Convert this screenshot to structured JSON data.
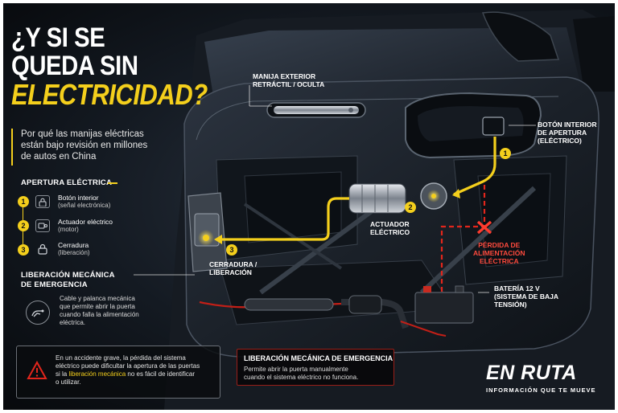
{
  "title": {
    "line1": "¿Y SI SE",
    "line2": "QUEDA SIN",
    "line3": "ELECTRICIDAD?"
  },
  "subtitle": {
    "line1": "Por qué las manijas eléctricas",
    "line2": "están bajo revisión en millones",
    "line3": "de autos en China"
  },
  "electric_opening": {
    "heading": "APERTURA ELÉCTRICA",
    "items": [
      {
        "number": "1",
        "title": "Botón interior",
        "sub": "(señal electrónica)",
        "icon": "lock-button-icon"
      },
      {
        "number": "2",
        "title": "Actuador eléctrico",
        "sub": "(motor)",
        "icon": "motor-icon"
      },
      {
        "number": "3",
        "title": "Cerradura",
        "sub": "(liberación)",
        "icon": "padlock-icon"
      }
    ]
  },
  "mechanical_release": {
    "heading_line1": "LIBERACIÓN MECÁNICA",
    "heading_line2": "DE EMERGENCIA",
    "desc_line1": "Cable y palanca mecánica",
    "desc_line2": "que permite abrir la puerta",
    "desc_line3": "cuando falla la alimentación",
    "desc_line4": "eléctrica.",
    "icon": "hand-pull-icon"
  },
  "warning": {
    "line1": "En un accidente grave, la pérdida del sistema",
    "line2": "eléctrico puede dificultar la apertura de las puertas",
    "line3_pre": "si la ",
    "line3_hl": "liberación mecánica",
    "line3_post": " no es fácil de identificar",
    "line4": "o utilizar.",
    "icon": "warning-triangle-icon"
  },
  "release_box": {
    "title": "LIBERACIÓN MECÁNICA DE EMERGENCIA",
    "line1": "Permite abrir la puerta manualmente",
    "line2": "cuando el sistema eléctrico no funciona."
  },
  "callouts": {
    "exterior_handle_1": "MANIJA EXTERIOR",
    "exterior_handle_2": "RETRÁCTIL / OCULTA",
    "interior_button_1": "BOTÓN INTERIOR",
    "interior_button_2": "DE APERTURA",
    "interior_button_3": "(ELÉCTRICO)",
    "actuator_1": "ACTUADOR",
    "actuator_2": "ELÉCTRICO",
    "power_loss_1": "PÉRDIDA DE",
    "power_loss_2": "ALIMENTACIÓN",
    "power_loss_3": "ELÉCTRICA",
    "lock_1": "CERRADURA /",
    "lock_2": "LIBERACIÓN",
    "battery_1": "BATERÍA 12 V",
    "battery_2": "(SISTEMA DE BAJA",
    "battery_3": "TENSIÓN)",
    "num1": "1",
    "num2": "2",
    "num3": "3"
  },
  "brand": {
    "name": "EN RUTA",
    "tagline": "INFORMACIÓN QUE TE MUEVE"
  },
  "colors": {
    "accent_yellow": "#f4cf1c",
    "alert_red": "#e3261c",
    "background": "#10151b"
  }
}
